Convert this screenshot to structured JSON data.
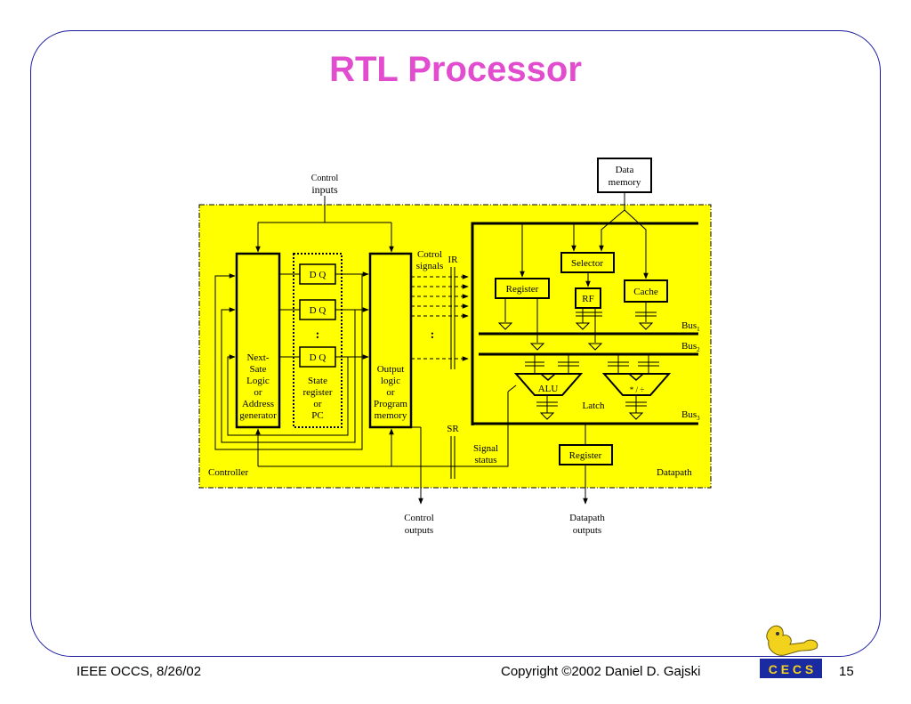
{
  "title": "RTL Processor",
  "footer": {
    "left": "IEEE OCCS, 8/26/02",
    "copyright": "Copyright ©2002 Daniel D. Gajski",
    "page": "15"
  },
  "logo": {
    "text": "C E C S",
    "icon": "cecs-mascot-logo"
  },
  "colors": {
    "title": "#e24ccf",
    "frame": "#1a1aa0",
    "panel": "#ffff00"
  },
  "diagram": {
    "control_inputs": [
      "Control",
      "inputs"
    ],
    "next_state": [
      "Next-",
      "Sate",
      "Logic",
      "or",
      "Address",
      "generator"
    ],
    "dq": "D Q",
    "vdots": ":",
    "state_register": [
      "State",
      "register",
      "or",
      "PC"
    ],
    "output_logic": [
      "Output",
      "logic",
      "or",
      "Program",
      "memory"
    ],
    "control_signals": [
      "Cotrol",
      "signals"
    ],
    "ir": "IR",
    "sr": "SR",
    "signal_status": [
      "Signal",
      "status"
    ],
    "controller": "Controller",
    "control_outputs": [
      "Control",
      "outputs"
    ],
    "data_memory": [
      "Data",
      "memory"
    ],
    "selector": "Selector",
    "register": "Register",
    "rf": "RF",
    "cache": "Cache",
    "bus1": "Bus",
    "bus1_sub": "1",
    "bus2": "Bus",
    "bus2_sub": "2",
    "bus3": "Bus",
    "bus3_sub": "3",
    "alu": "ALU",
    "muldiv": "* / ÷",
    "latch": "Latch",
    "out_register": "Register",
    "datapath": "Datapath",
    "datapath_outputs": [
      "Datapath",
      "outputs"
    ]
  }
}
